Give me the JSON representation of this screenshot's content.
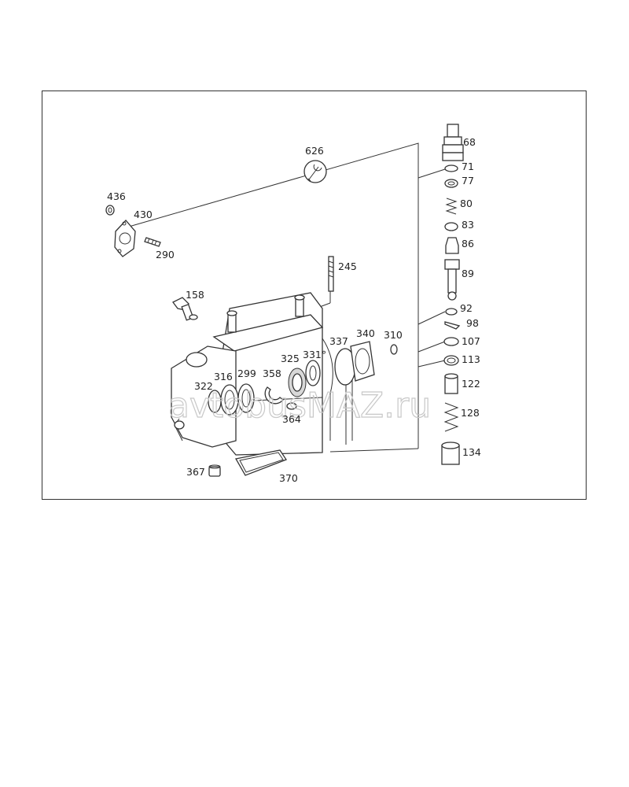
{
  "watermark": "avtobusMAZ.ru",
  "labels": {
    "l68": "68",
    "l71": "71",
    "l77": "77",
    "l80": "80",
    "l83": "83",
    "l86": "86",
    "l89": "89",
    "l92": "92",
    "l98": "98",
    "l107": "107",
    "l113": "113",
    "l122": "122",
    "l128": "128",
    "l134": "134",
    "l626": "626",
    "l436": "436",
    "l430": "430",
    "l290": "290",
    "l245": "245",
    "l158": "158",
    "l340": "340",
    "l310": "310",
    "l337": "337",
    "l331": "331°",
    "l325": "325",
    "l358": "358",
    "l299": "299",
    "l316": "316",
    "l322": "322",
    "l364": "364",
    "l367": "367",
    "l370": "370"
  }
}
